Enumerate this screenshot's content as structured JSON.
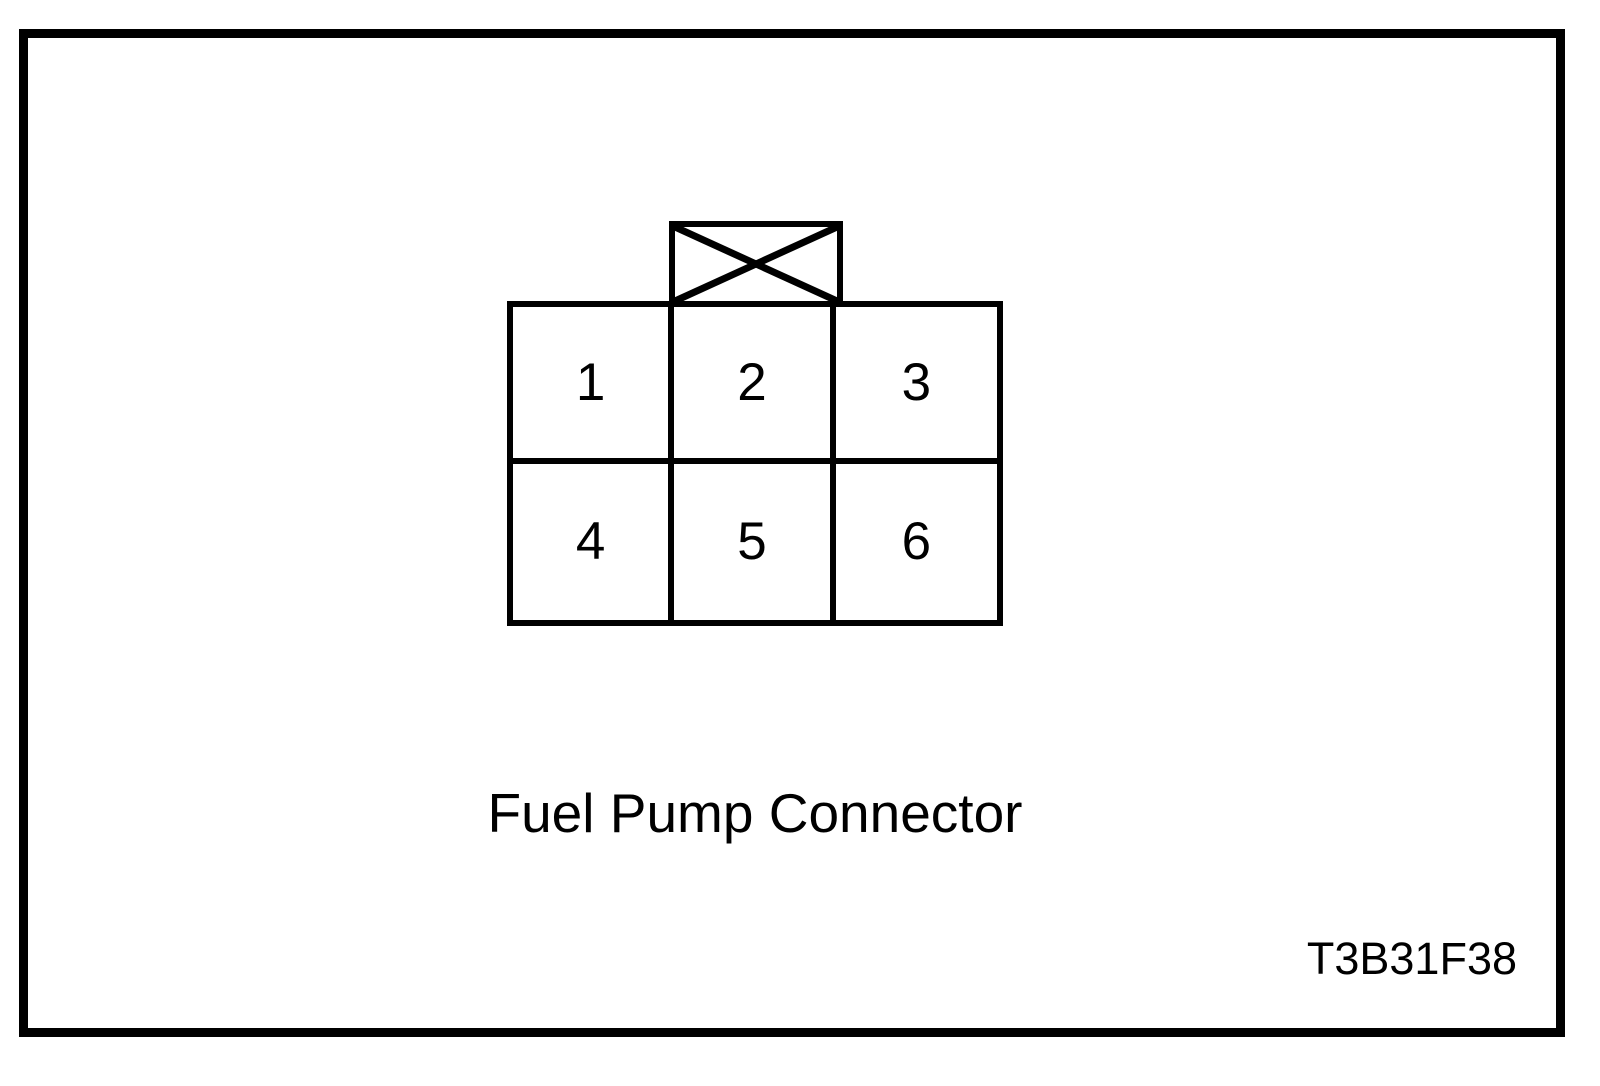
{
  "page": {
    "background": "#ffffff",
    "line_color": "#000000"
  },
  "diagram": {
    "caption": "Fuel Pump Connector",
    "figure_code": "T3B31F38",
    "connector": {
      "rows": 2,
      "cols": 3,
      "keyway_icon": "x-cross-icon",
      "pins": [
        "1",
        "2",
        "3",
        "4",
        "5",
        "6"
      ]
    }
  }
}
